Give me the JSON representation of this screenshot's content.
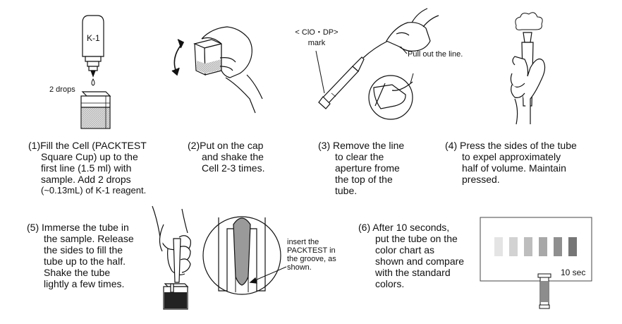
{
  "steps": {
    "s1": {
      "num": "(1)",
      "line1": "Fill the Cell (PACKTEST",
      "line2": "Square Cup) up to the",
      "line3": "first line (1.5 ml) with",
      "line4": "sample. Add 2 drops",
      "line5": "(~0.13mL) of K-1 reagent."
    },
    "s2": {
      "num": "(2)",
      "line1": "Put on the cap",
      "line2": "and shake the",
      "line3": "Cell 2-3 times."
    },
    "s3": {
      "num": "(3)",
      "line1": "Remove the line",
      "line2": "to clear the",
      "line3": "aperture frome",
      "line4": "the top of the",
      "line5": "tube."
    },
    "s4": {
      "num": "(4)",
      "line1": "Press the sides of the tube",
      "line2": "to expel approximately",
      "line3": "half of volume. Maintain",
      "line4": "pressed."
    },
    "s5": {
      "num": "(5)",
      "line1": "Immerse the tube in",
      "line2": "the sample. Release",
      "line3": "the sides to fill the",
      "line4": "tube up to the half.",
      "line5": "Shake the tube",
      "line6": "lightly a few times."
    },
    "s6": {
      "num": "(6)",
      "line1": "After 10 seconds,",
      "line2": "put the tube on the",
      "line3": "color chart as",
      "line4": "shown and compare",
      "line5": "with the standard",
      "line6": "colors."
    }
  },
  "labels": {
    "bottle": "K-1",
    "drops": "2 drops",
    "mark_line1": "< ClO・DP>",
    "mark_line2": "mark",
    "pull": "Pull out the line.",
    "insert_line1": "insert the",
    "insert_line2": "PACKTEST in",
    "insert_line3": "the groove, as",
    "insert_line4": "shown.",
    "timer": "10 sec"
  },
  "chart_swatches": [
    {
      "shade": "#e4e4e4"
    },
    {
      "shade": "#d2d2d2"
    },
    {
      "shade": "#bdbdbd"
    },
    {
      "shade": "#a8a8a8"
    },
    {
      "shade": "#8f8f8f"
    },
    {
      "shade": "#767676"
    }
  ]
}
